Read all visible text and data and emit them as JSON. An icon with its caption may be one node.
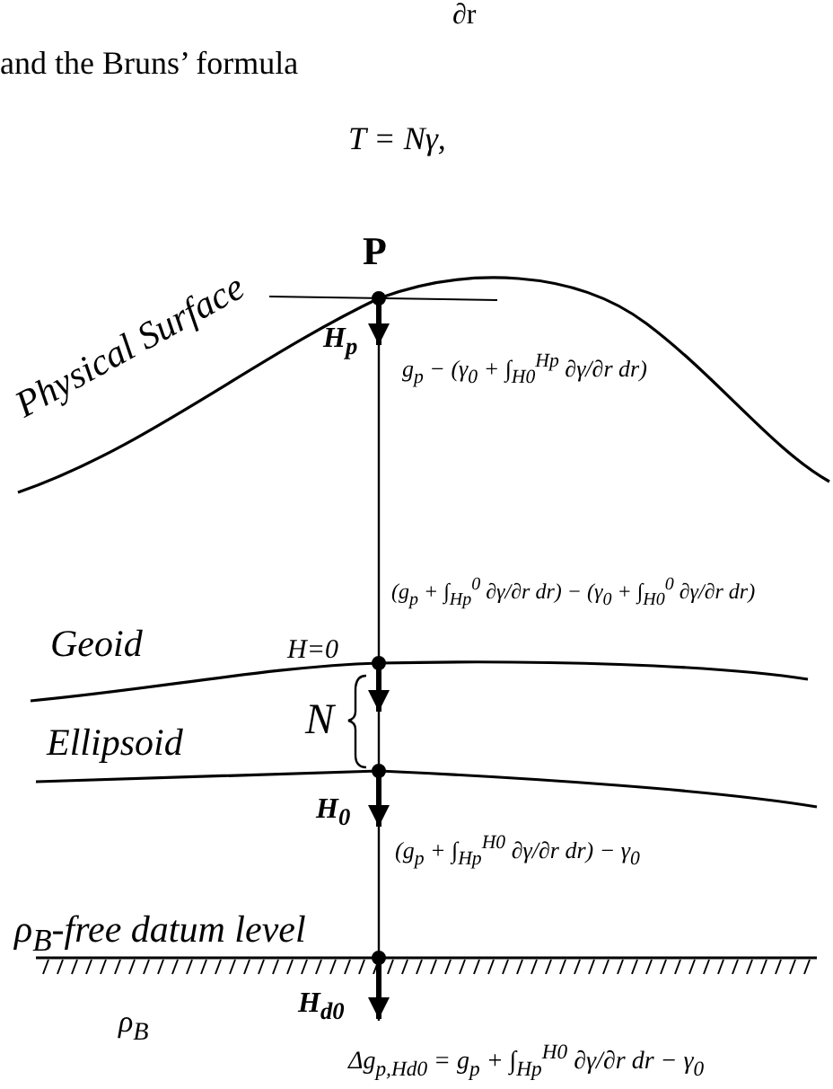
{
  "diagram": {
    "labels": [
      "∂r",
      "and the Bruns’ formula",
      "T = Nγ,",
      "P",
      "Physical Surface",
      "H$_{p}$",
      "g$_{p}$ − (γ$_{0}$ + ∫$_{H0}$$^{Hp}$ ∂γ/∂r dr)",
      "(g$_{p}$ + ∫$_{Hp}$$^{0}$ ∂γ/∂r dr) − (γ$_{0}$ + ∫$_{H0}$$^{0}$ ∂γ/∂r dr)",
      "Geoid",
      "H=0",
      "N",
      "Ellipsoid",
      "H$_{0}$",
      "(g$_{p}$ + ∫$_{Hp}$$^{H0}$ ∂γ/∂r dr) − γ$_{0}$",
      "ρ$_{B}$-free datum level",
      "H$_{d0}$",
      "ρ$_{B}$",
      "Δg$_{p,Hd0}$ = g$_{p}$ + ∫$_{Hp}$$^{H0}$ ∂γ/∂r dr − γ$_{0}$"
    ]
  }
}
